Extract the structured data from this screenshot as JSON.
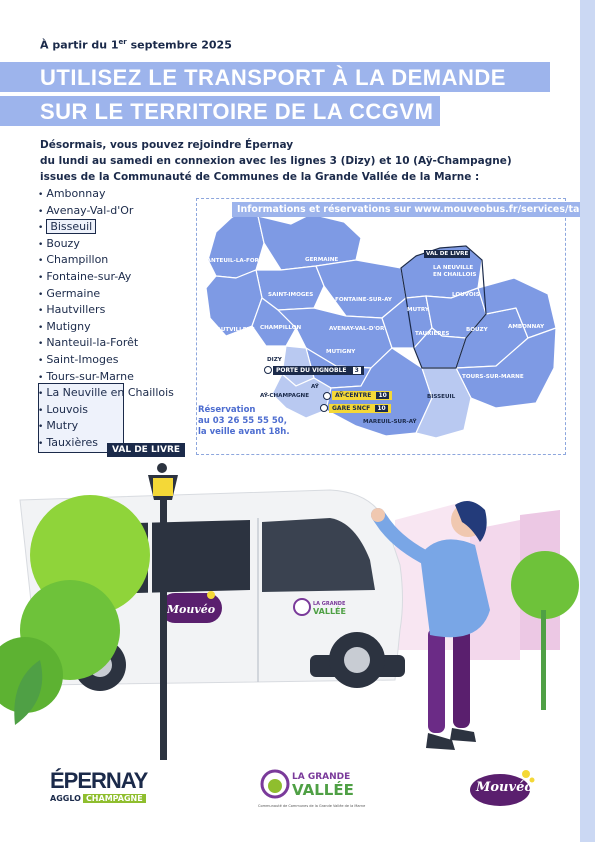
{
  "header": {
    "date_prefix": "À partir du 1",
    "date_sup": "er",
    "date_suffix": " septembre 2025",
    "title_line1": "UTILISEZ LE TRANSPORT À LA DEMANDE",
    "title_line2": "SUR LE TERRITOIRE DE LA CCGVM"
  },
  "intro": {
    "line1": "Désormais, vous pouvez rejoindre Épernay",
    "line2": "du lundi au samedi en connexion avec les lignes 3 (Dizy) et 10 (Aÿ-Champagne)",
    "line3": "issues de la Communauté de Communes de la Grande Vallée de la Marne :"
  },
  "communes": [
    {
      "name": "Ambonnay",
      "boxed": false
    },
    {
      "name": "Avenay-Val-d'Or",
      "boxed": false
    },
    {
      "name": "Bisseuil",
      "boxed": true
    },
    {
      "name": "Bouzy",
      "boxed": false
    },
    {
      "name": "Champillon",
      "boxed": false
    },
    {
      "name": "Fontaine-sur-Ay",
      "boxed": false
    },
    {
      "name": "Germaine",
      "boxed": false
    },
    {
      "name": "Hautvillers",
      "boxed": false
    },
    {
      "name": "Mutigny",
      "boxed": false
    },
    {
      "name": "Nanteuil-la-Forêt",
      "boxed": false
    },
    {
      "name": "Saint-Imoges",
      "boxed": false
    },
    {
      "name": "Tours-sur-Marne",
      "boxed": false
    },
    {
      "name": "La Neuville en Chaillois",
      "boxed": false
    },
    {
      "name": "Louvois",
      "boxed": false
    },
    {
      "name": "Mutry",
      "boxed": false
    },
    {
      "name": "Tauxières",
      "boxed": false
    }
  ],
  "val_de_livre_tag": "VAL DE LIVRE",
  "map": {
    "info_banner": "Informations et réservations sur www.mouveobus.fr/services/tad",
    "labels": {
      "nanteuil": "NANTEUIL-LA-FORÊT",
      "germaine": "GERMAINE",
      "val_de_livre": "VAL DE LIVRE",
      "la_neuville": "LA NEUVILLE",
      "en_chaillois": "EN CHAILLOIS",
      "saint_imoges": "SAINT-IMOGES",
      "louvois": "LOUVOIS",
      "fontaine": "FONTAINE-SUR-AY",
      "hautvillers": "HAUTVILLERS",
      "champillon": "CHAMPILLON",
      "avenay": "AVENAY-VAL-D'OR",
      "mutry": "MUTRY",
      "bouzy": "BOUZY",
      "ambonnay": "AMBONNAY",
      "tauxieres": "TAUXIÈRES",
      "dizy": "DIZY",
      "mutigny": "MUTIGNY",
      "tours": "TOURS-SUR-MARNE",
      "ay": "AŸ",
      "ay_champagne": "AŸ-CHAMPAGNE",
      "bisseuil": "BISSEUIL",
      "mareuil": "MAREUIL-SUR-AŸ"
    },
    "stops": {
      "porte_label": "PORTE DU VIGNOBLE",
      "porte_line": "3",
      "ay_centre_label": "AŸ-CENTRE",
      "ay_centre_line": "10",
      "gare_label": "GARE SNCF",
      "gare_line": "10"
    }
  },
  "reservation": {
    "line1": "Réservation",
    "line2": "au 03 26 55 55 50,",
    "line3": "la veille avant 18h."
  },
  "illustration": {
    "bus_brand": "Mouvéo",
    "bus_badge_top": "LA GRANDE",
    "bus_badge_bottom": "VALLÉE"
  },
  "footer": {
    "epernay_main": "ÉPERNAY",
    "epernay_sub": "AGGLO",
    "epernay_tag": "CHAMPAGNE",
    "gv_top": "LA GRANDE",
    "gv_bottom": "VALLÉE",
    "gv_caption": "Communauté de Communes de la Grande Vallée de la Marne",
    "mouveo": "Mouvéo"
  },
  "colors": {
    "accent": "#9db4ec",
    "navy": "#1b2a4a",
    "map_fill": "#7e9ae4",
    "map_light": "#b9c9f1",
    "highlight": "#f4d837",
    "green": "#8fbe2e",
    "purple": "#7a3a9a"
  }
}
